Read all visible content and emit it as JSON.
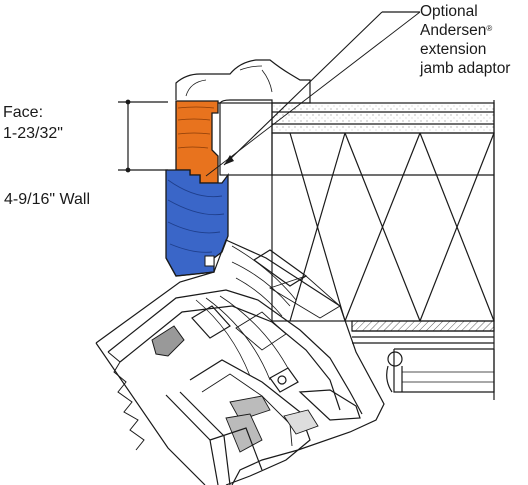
{
  "callout": {
    "line1": "Optional",
    "line2": "Andersen",
    "line2_mark": "®",
    "line3": "extension",
    "line4": "jamb adaptor"
  },
  "face": {
    "label": "Face:",
    "value": "1-23/32\""
  },
  "wall": {
    "label": "4-9/16\" Wall"
  },
  "colors": {
    "adaptor_orange": "#e8731e",
    "jamb_blue": "#3a66c8",
    "line": "#1a1a1a",
    "background": "#ffffff"
  }
}
